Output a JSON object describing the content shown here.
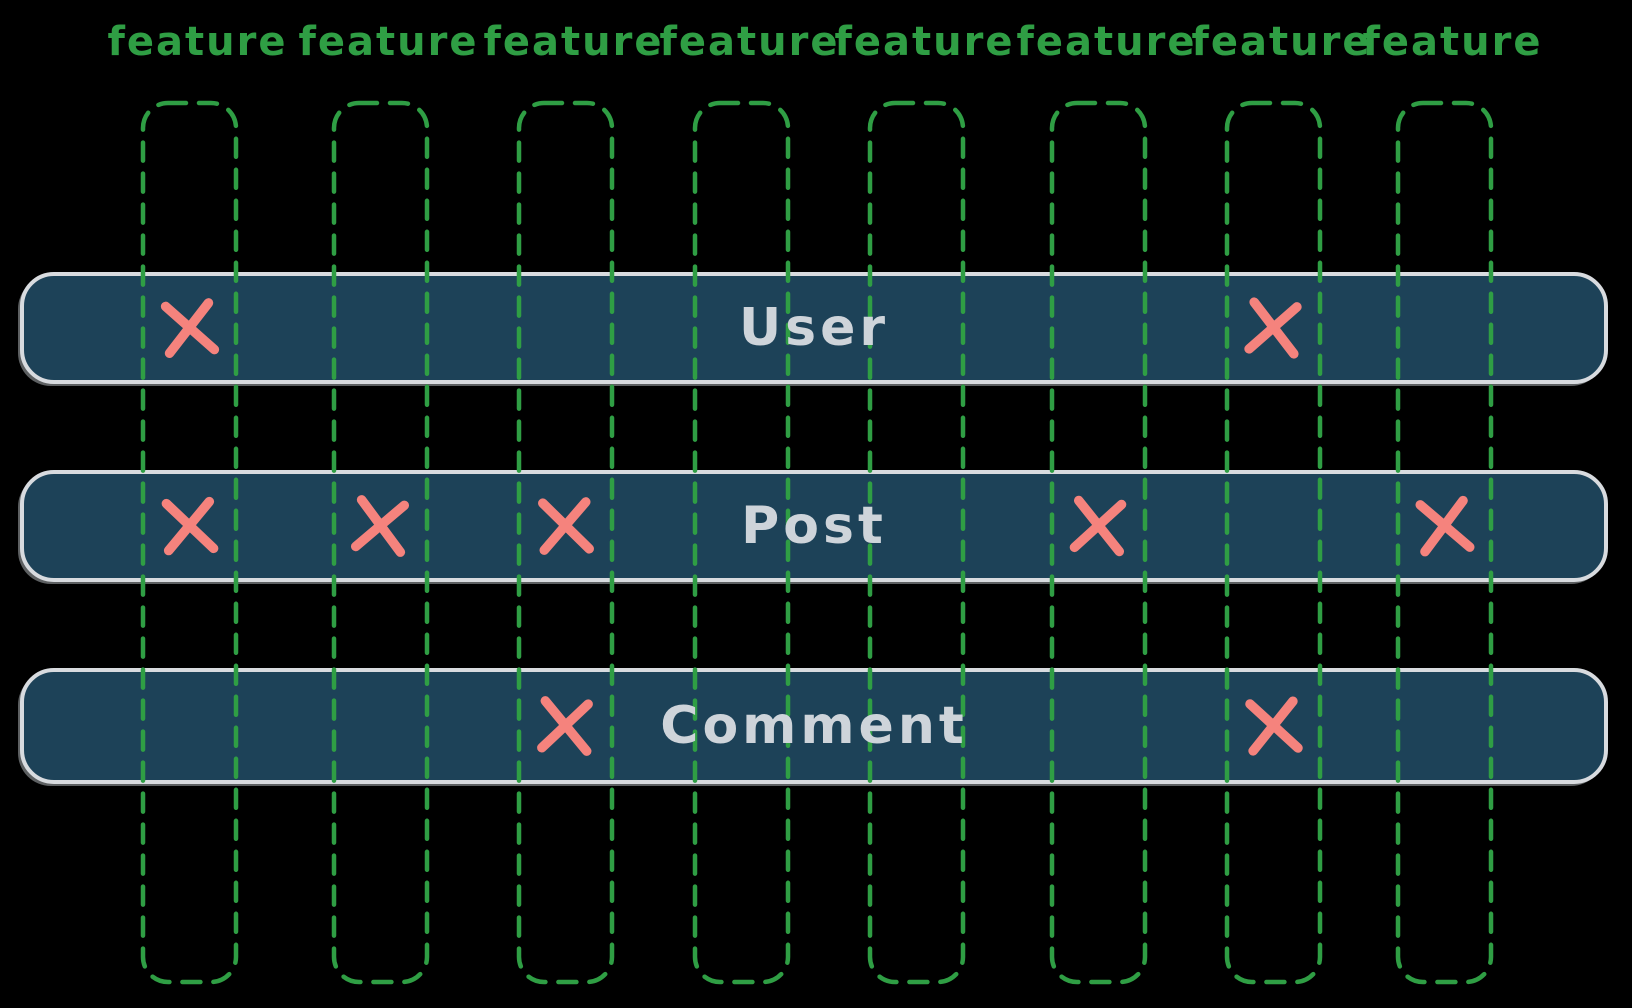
{
  "diagram": {
    "background": "#000000",
    "palette": {
      "feature_green": "#2f9e44",
      "row_fill": "#1d4258",
      "row_border": "#d8dbdf",
      "row_label_text": "#ced4da",
      "x_mark_red": "#f5837d"
    },
    "columns": [
      {
        "label": "feature"
      },
      {
        "label": "feature"
      },
      {
        "label": "feature"
      },
      {
        "label": "feature"
      },
      {
        "label": "feature"
      },
      {
        "label": "feature"
      },
      {
        "label": "feature"
      },
      {
        "label": "feature"
      }
    ],
    "rows": [
      {
        "label": "User",
        "marked_columns": [
          1,
          7
        ]
      },
      {
        "label": "Post",
        "marked_columns": [
          1,
          2,
          3,
          6,
          8
        ]
      },
      {
        "label": "Comment",
        "marked_columns": [
          3,
          7
        ]
      }
    ]
  }
}
